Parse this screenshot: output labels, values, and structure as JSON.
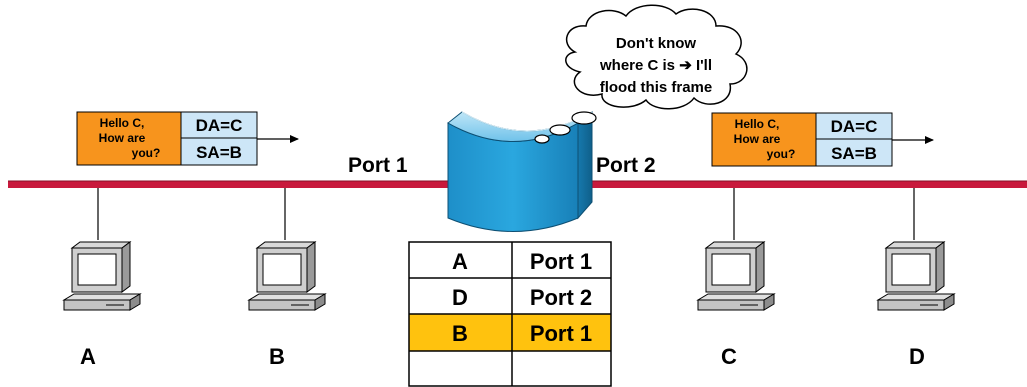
{
  "frames": [
    {
      "message_lines": [
        "Hello C,",
        "How are",
        "you?"
      ],
      "da": "DA=C",
      "sa": "SA=B"
    },
    {
      "message_lines": [
        "Hello C,",
        "How are",
        "you?"
      ],
      "da": "DA=C",
      "sa": "SA=B"
    }
  ],
  "ports": {
    "left": "Port 1",
    "right": "Port 2"
  },
  "thought": {
    "line1": "Don't know",
    "line2_prefix": "where C is",
    "arrow_glyph": "➔",
    "line2_suffix": "I'll",
    "line3": "flood this frame"
  },
  "table": {
    "rows": [
      {
        "host": "A",
        "port": "Port 1",
        "highlight": false
      },
      {
        "host": "D",
        "port": "Port 2",
        "highlight": false
      },
      {
        "host": "B",
        "port": "Port 1",
        "highlight": true
      },
      {
        "host": "",
        "port": "",
        "highlight": false
      }
    ]
  },
  "hosts": [
    {
      "label": "A"
    },
    {
      "label": "B"
    },
    {
      "label": "C"
    },
    {
      "label": "D"
    }
  ],
  "colors": {
    "segment_line": "#c8193c",
    "message_box": "#f7941d",
    "header_box": "#cde6f7",
    "highlight_row": "#ffc20e",
    "switch_top": "#7ecbee",
    "switch_front": "#1aa0d8"
  }
}
